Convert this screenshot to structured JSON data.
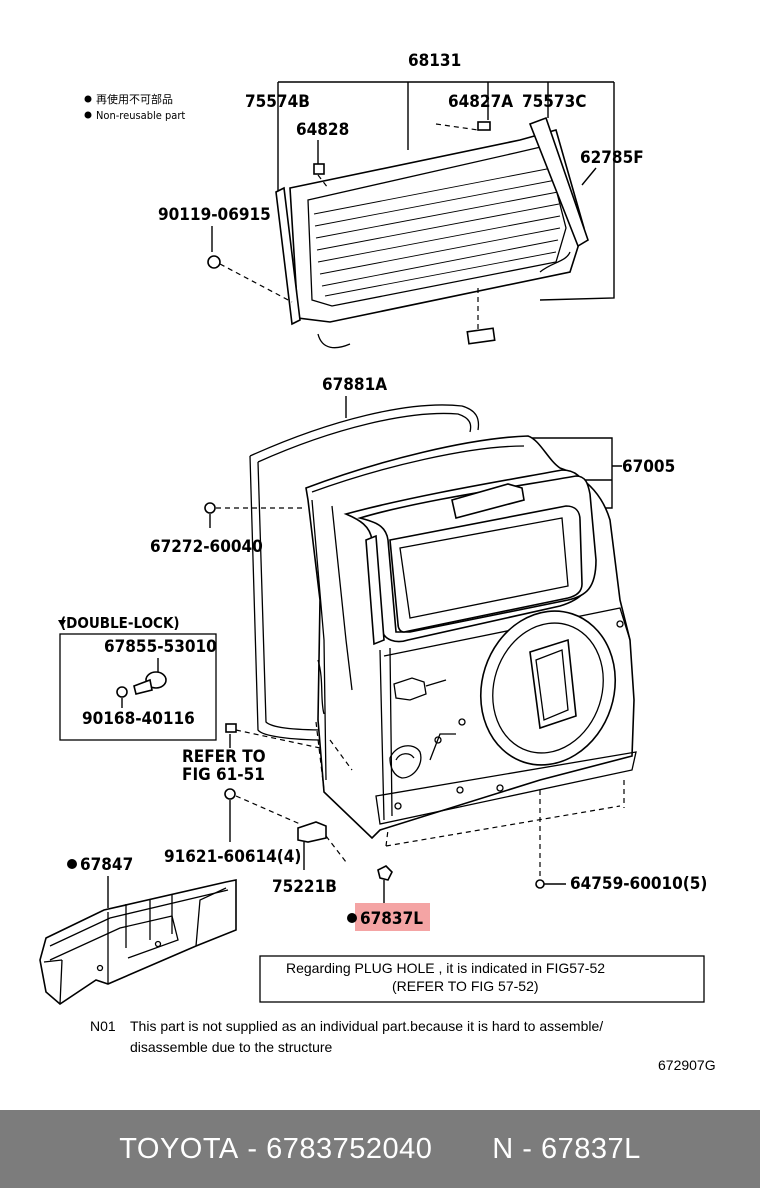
{
  "legend": {
    "line1_jp": "再使用不可部品",
    "line2_en": "Non-reusable part"
  },
  "labels": {
    "p68131": "68131",
    "p75574B": "75574B",
    "p64827A": "64827A",
    "p75573C": "75573C",
    "p64828": "64828",
    "p62785F": "62785F",
    "p90119": "90119-06915",
    "p67881A": "67881A",
    "p67005": "67005",
    "p67272": "67272-60040",
    "double_lock": "(DOUBLE-LOCK)",
    "p67855": "67855-53010",
    "p90168": "90168-40116",
    "refer_line1": "REFER TO",
    "refer_line2": "FIG 61-51",
    "p91621": "91621-60614(4)",
    "p75221B": "75221B",
    "p67847": "67847",
    "p67837L": "67837L",
    "p64759": "64759-60010(5)"
  },
  "plug_note": {
    "line1": "Regarding PLUG HOLE , it is indicated in FIG57-52",
    "line2": "(REFER TO FIG 57-52)"
  },
  "n01": {
    "code": "N01",
    "line1": "This part is not supplied as an individual part.because it is hard to assemble/",
    "line2": "disassemble due to the structure"
  },
  "figure_id": "672907G",
  "footer": {
    "brand": "TOYOTA",
    "part_number": "6783752040",
    "ref": "N - 67837L",
    "separator": " - "
  },
  "colors": {
    "highlight": "#f4a4a4",
    "footer_bg": "#7c7c7c"
  }
}
